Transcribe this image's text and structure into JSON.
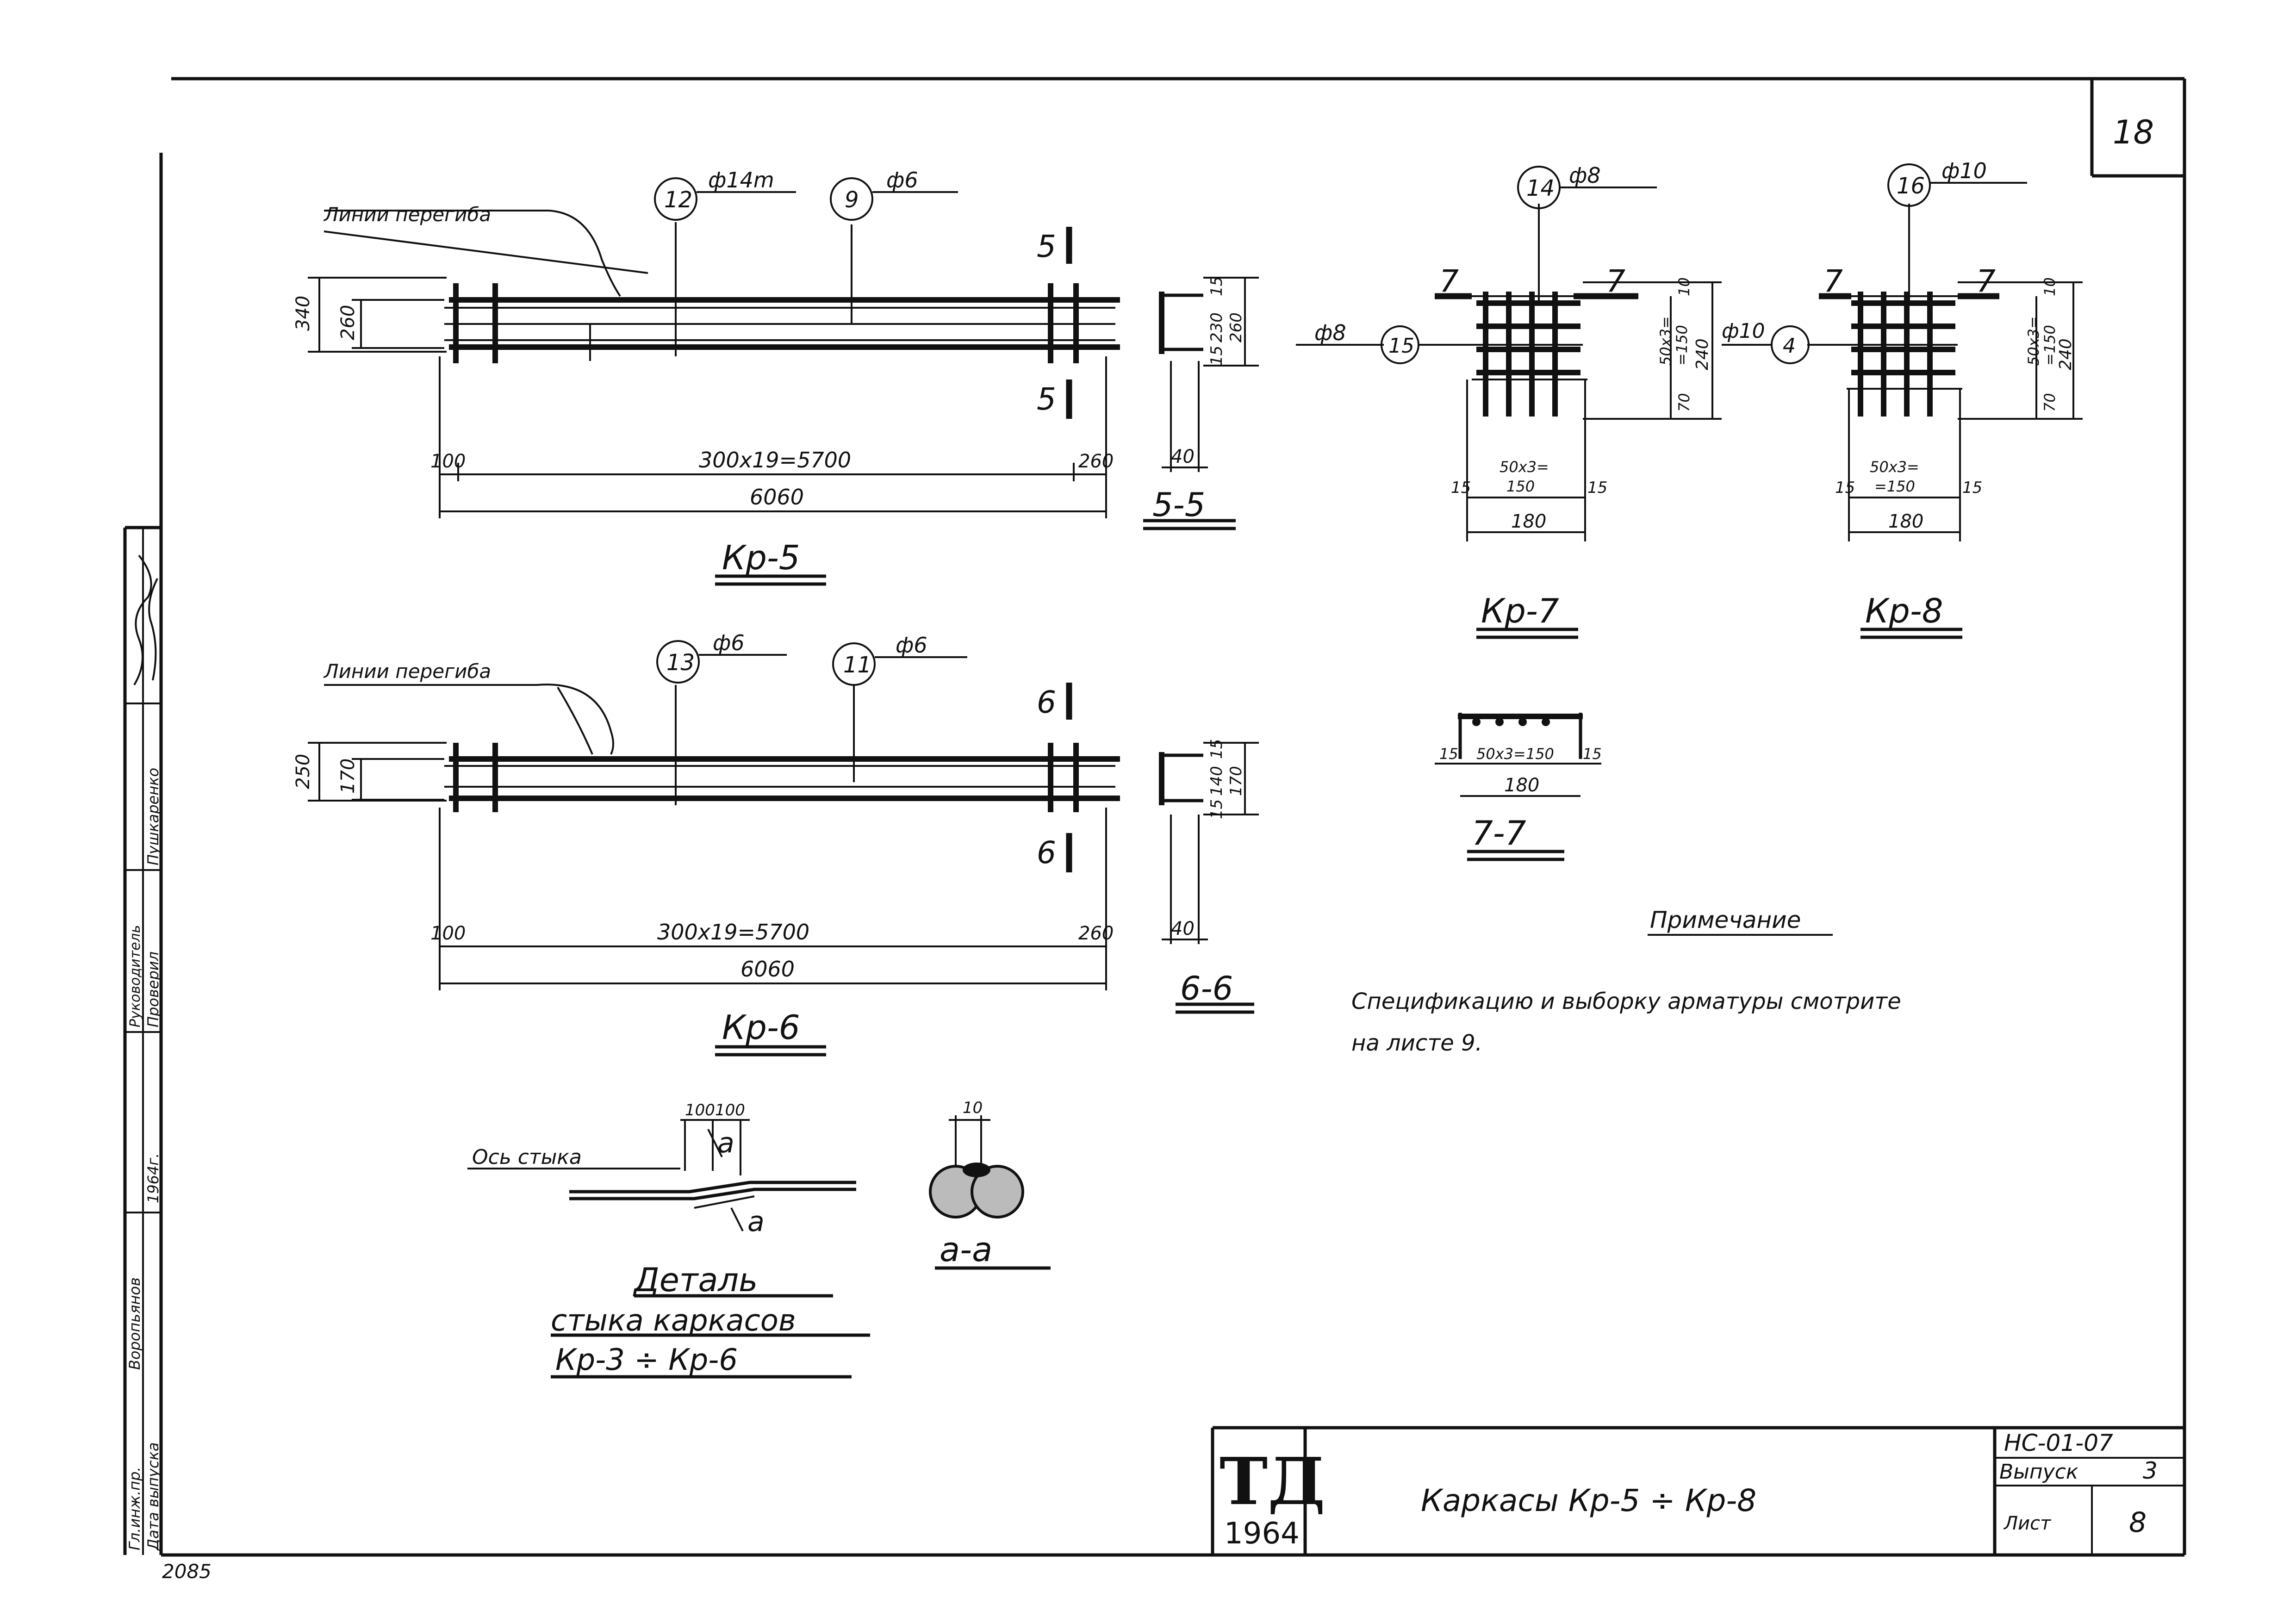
{
  "sheet_number": "18",
  "kr5": {
    "bend_lines_label": "Линии перегиба",
    "marker_a_num": "12",
    "marker_a_label": "ф14m",
    "marker_b_num": "9",
    "marker_b_label": "ф6",
    "dim_height_outer": "340",
    "dim_height_inner": "260",
    "dim_left": "100",
    "dim_span": "300x19=5700",
    "dim_right": "260",
    "dim_total": "6060",
    "section_mark": "5",
    "title": "Кр-5"
  },
  "sec55": {
    "d1": "15",
    "d2": "230",
    "d3": "15",
    "d4": "260",
    "d5": "40",
    "title": "5-5"
  },
  "kr6": {
    "bend_lines_label": "Линии перегиба",
    "marker_a_num": "13",
    "marker_a_label": "ф6",
    "marker_b_num": "11",
    "marker_b_label": "ф6",
    "dim_height_outer": "250",
    "dim_height_inner": "170",
    "dim_left": "100",
    "dim_span": "300x19=5700",
    "dim_right": "260",
    "dim_total": "6060",
    "section_mark": "6",
    "title": "Кр-6"
  },
  "sec66": {
    "d1": "15",
    "d2": "140",
    "d3": "15",
    "d4": "170",
    "d5": "40",
    "title": "6-6"
  },
  "kr7": {
    "top_marker_num": "14",
    "top_marker_label": "ф8",
    "side_marker_num": "15",
    "side_marker_label": "ф8",
    "section_mark": "7",
    "dim_top": "10",
    "dim_vert": "50x3=",
    "dim_vert2": "=150",
    "dim_bottom": "70",
    "dim_total_v": "240",
    "dim_h_edge": "15",
    "dim_h": "50x3=",
    "dim_h2": "150",
    "dim_total_h": "180",
    "title": "Кр-7"
  },
  "kr8": {
    "top_marker_num": "16",
    "top_marker_label": "ф10",
    "side_marker_num": "4",
    "side_marker_label": "ф10",
    "section_mark": "7",
    "dim_top": "10",
    "dim_vert": "50x3=",
    "dim_vert2": "=150",
    "dim_bottom": "70",
    "dim_total_v": "240",
    "dim_h_edge": "15",
    "dim_h": "50x3=",
    "dim_h2": "=150",
    "dim_total_h": "180",
    "title": "Кр-8"
  },
  "sec77": {
    "dim_edge": "15",
    "dim_mid": "50x3=150",
    "dim_total": "180",
    "title": "7-7"
  },
  "note": {
    "heading": "Примечание",
    "line1": "Спецификацию и выборку арматуры смотрите",
    "line2": "на листе 9."
  },
  "detail": {
    "axis_label": "Ось стыка",
    "dim_a": "100",
    "dim_b": "100",
    "cut_mark": "а",
    "title1": "Деталь",
    "title2": "стыка каркасов",
    "title3": "Кр-3 ÷ Кр-6"
  },
  "section_aa": {
    "dim": "10",
    "title": "а-а"
  },
  "side_stamp": {
    "row1_role": "Гл.инж.пр.",
    "row1_name": "Воропьянов",
    "row2_role": "Руководитель",
    "row2_name": "",
    "row3_role": "Проверил",
    "row3_name": "Пушкаренко",
    "date_label": "Дата выпуска",
    "date_value": "1964г."
  },
  "corner_number": "2085",
  "title_block": {
    "logo": "ТД",
    "year": "1964",
    "title": "Каркасы Кр-5 ÷ Кр-8",
    "code": "НС-01-07",
    "issue_label": "Выпуск",
    "issue_value": "3",
    "sheet_label": "Лист",
    "sheet_value": "8"
  }
}
